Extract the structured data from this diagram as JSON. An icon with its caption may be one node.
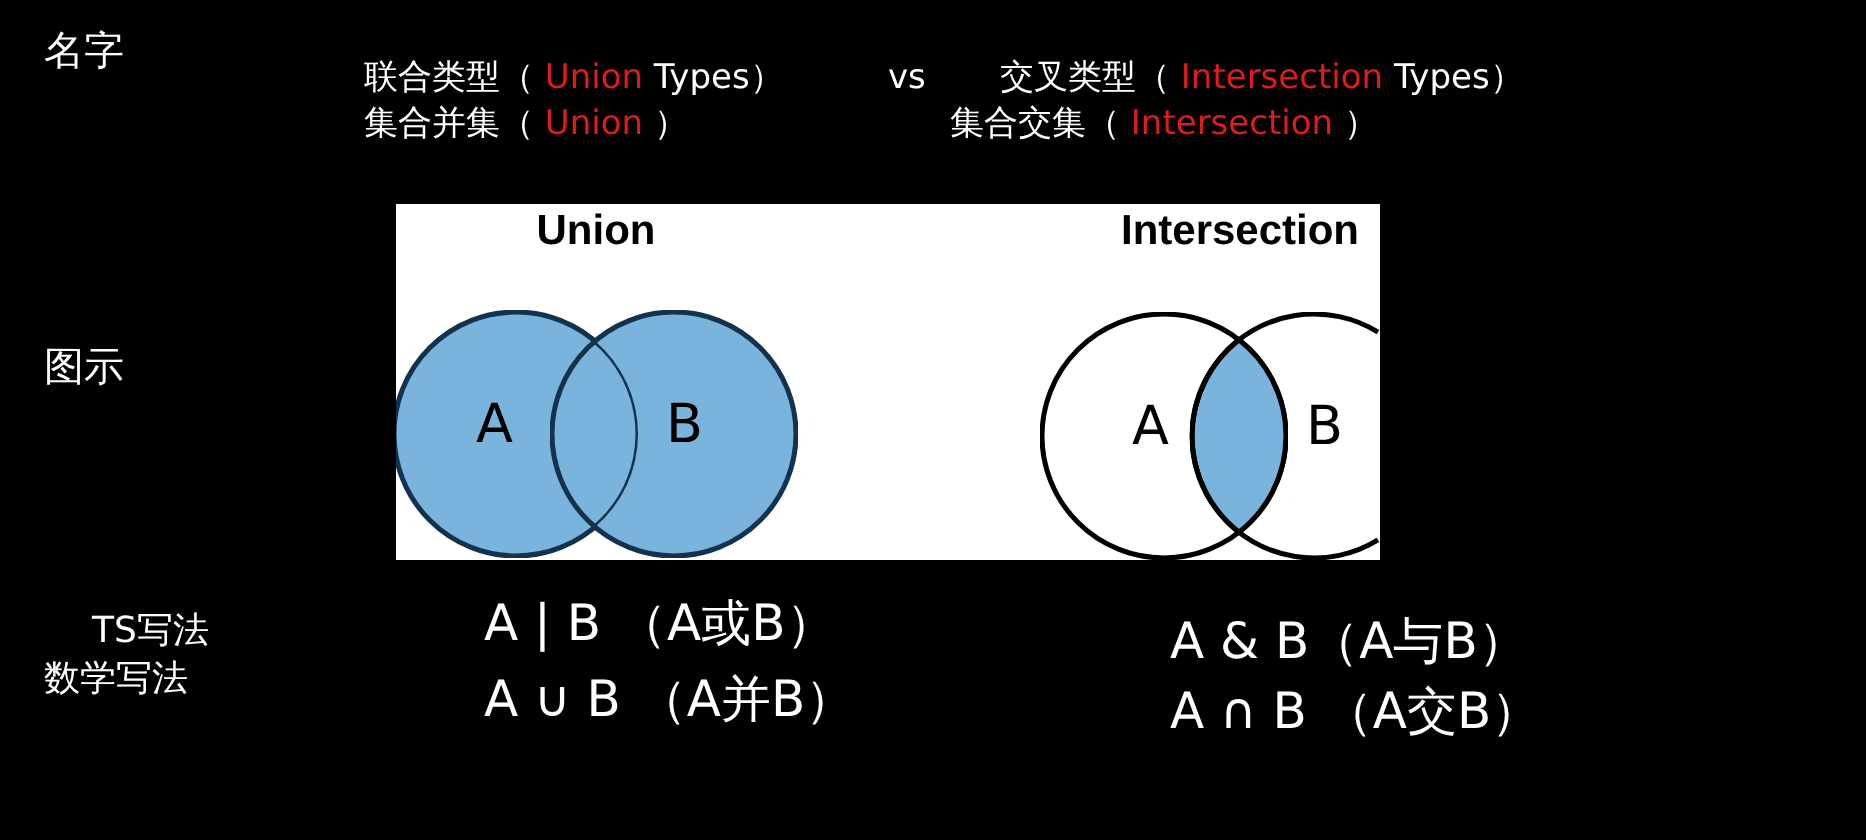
{
  "diagram": {
    "nodes": [
      {
        "text": [
          "Union",
          "Intersection"
        ]
      },
      {
        "text": [
          "A"
        ],
        "in": 0
      },
      {
        "text": [
          "B"
        ],
        "in": 0
      },
      {
        "text": [
          "A"
        ],
        "in": 0
      },
      {
        "text": [
          "B"
        ],
        "in": 0
      }
    ],
    "labels": [
      "名字",
      "联合类型（ *Union* Types）",
      "vs",
      "交叉类型（ *Intersection* Types）",
      "集合并集（ *Union* ）",
      "集合交集（ *Intersection* ）",
      "图示",
      "TS写法",
      "数学写法",
      "A  |  B （A或B）",
      "A ∪ B （A并B）",
      "A  & B（A与B）",
      "A ∩ B （A交B）"
    ]
  }
}
